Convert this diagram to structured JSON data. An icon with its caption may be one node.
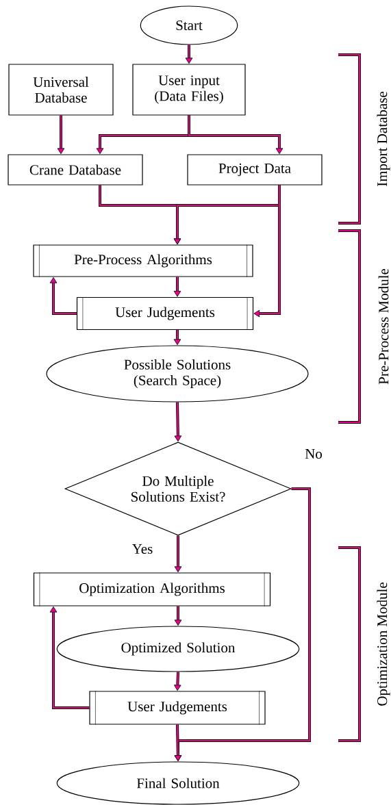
{
  "diagram": {
    "nodes": [
      {
        "text": [
          "Start"
        ]
      },
      {
        "text": [
          "Universal Database"
        ]
      },
      {
        "text": [
          "User input (Data Files)"
        ]
      },
      {
        "text": [
          "Crane Database"
        ]
      },
      {
        "text": [
          "Project Data"
        ]
      },
      {
        "text": [
          "Pre-Process Algorithms"
        ]
      },
      {
        "text": [
          "User Judgements"
        ]
      },
      {
        "text": [
          "Possible Solutions (Search Space)"
        ]
      },
      {
        "text": [
          "Do Multiple Solutions Exist?"
        ]
      },
      {
        "text": [
          "Optimization Algorithms"
        ]
      },
      {
        "text": [
          "Optimized Solution"
        ]
      },
      {
        "text": [
          "User Judgements"
        ]
      },
      {
        "text": [
          "Final Solution"
        ]
      }
    ],
    "edges": [
      {
        "from": 0,
        "to": 2,
        "arrow": "to"
      },
      {
        "from": 1,
        "to": 3,
        "arrow": "to"
      },
      {
        "from": 2,
        "to": 3,
        "arrow": "to"
      },
      {
        "from": 2,
        "to": 4,
        "arrow": "to"
      },
      {
        "from": 3,
        "to": 5,
        "arrow": "to"
      },
      {
        "from": 4,
        "to": 5,
        "arrow": "to"
      },
      {
        "from": 4,
        "to": 6,
        "arrow": "to"
      },
      {
        "from": 5,
        "to": 6,
        "arrow": "to"
      },
      {
        "from": 6,
        "to": 5,
        "arrow": "to"
      },
      {
        "from": 6,
        "to": 7,
        "arrow": "to"
      },
      {
        "from": 7,
        "to": 8,
        "arrow": "to"
      },
      {
        "from": 8,
        "to": 9,
        "arrow": "to",
        "label": "Yes"
      },
      {
        "from": 8,
        "to": 12,
        "arrow": "to",
        "label": "No"
      },
      {
        "from": 9,
        "to": 10,
        "arrow": "to"
      },
      {
        "from": 10,
        "to": 11,
        "arrow": "to"
      },
      {
        "from": 11,
        "to": 9,
        "arrow": "to"
      },
      {
        "from": 11,
        "to": 12,
        "arrow": "to"
      }
    ],
    "labels": [
      "Import Database",
      "Pre-Process Module",
      "Optimization Module"
    ]
  }
}
